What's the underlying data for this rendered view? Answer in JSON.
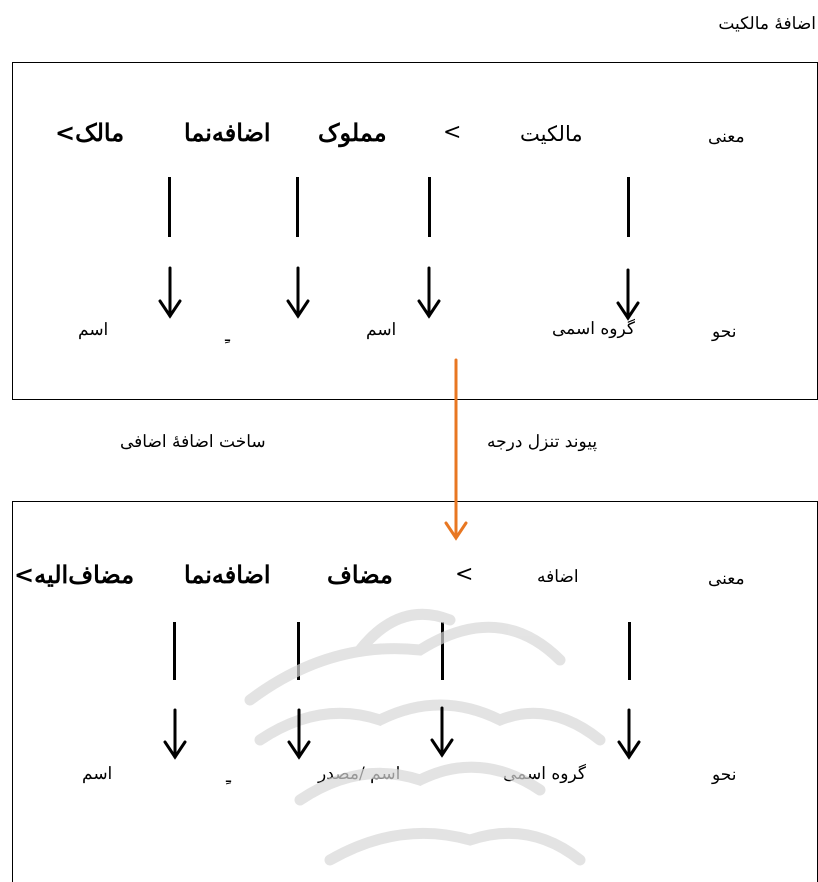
{
  "title": "اضافهٔ مالکیت",
  "diagram1": {
    "meaning_label": "معنی",
    "syntax_label": "نحو",
    "meaning_tokens": [
      "مالکیت",
      "<",
      "مملوک",
      "اضافه‌نما",
      "مالک>"
    ],
    "syntax_tokens": [
      "گروه اسمی",
      "اسم",
      "ـِ",
      "اسم"
    ]
  },
  "link": {
    "left_label": "ساخت اضافهٔ اضافی",
    "right_label": "پیوند تنزل درجه",
    "arrow_color": "#e87722"
  },
  "diagram2": {
    "meaning_label": "معنی",
    "syntax_label": "نحو",
    "meaning_tokens": [
      "اضافه",
      "<",
      "مضاف",
      "اضافه‌نما",
      "مضاف‌الیه>"
    ],
    "syntax_tokens": [
      "گروه اسمی",
      "اسم /مصدر",
      "ـِ",
      "اسم"
    ]
  }
}
